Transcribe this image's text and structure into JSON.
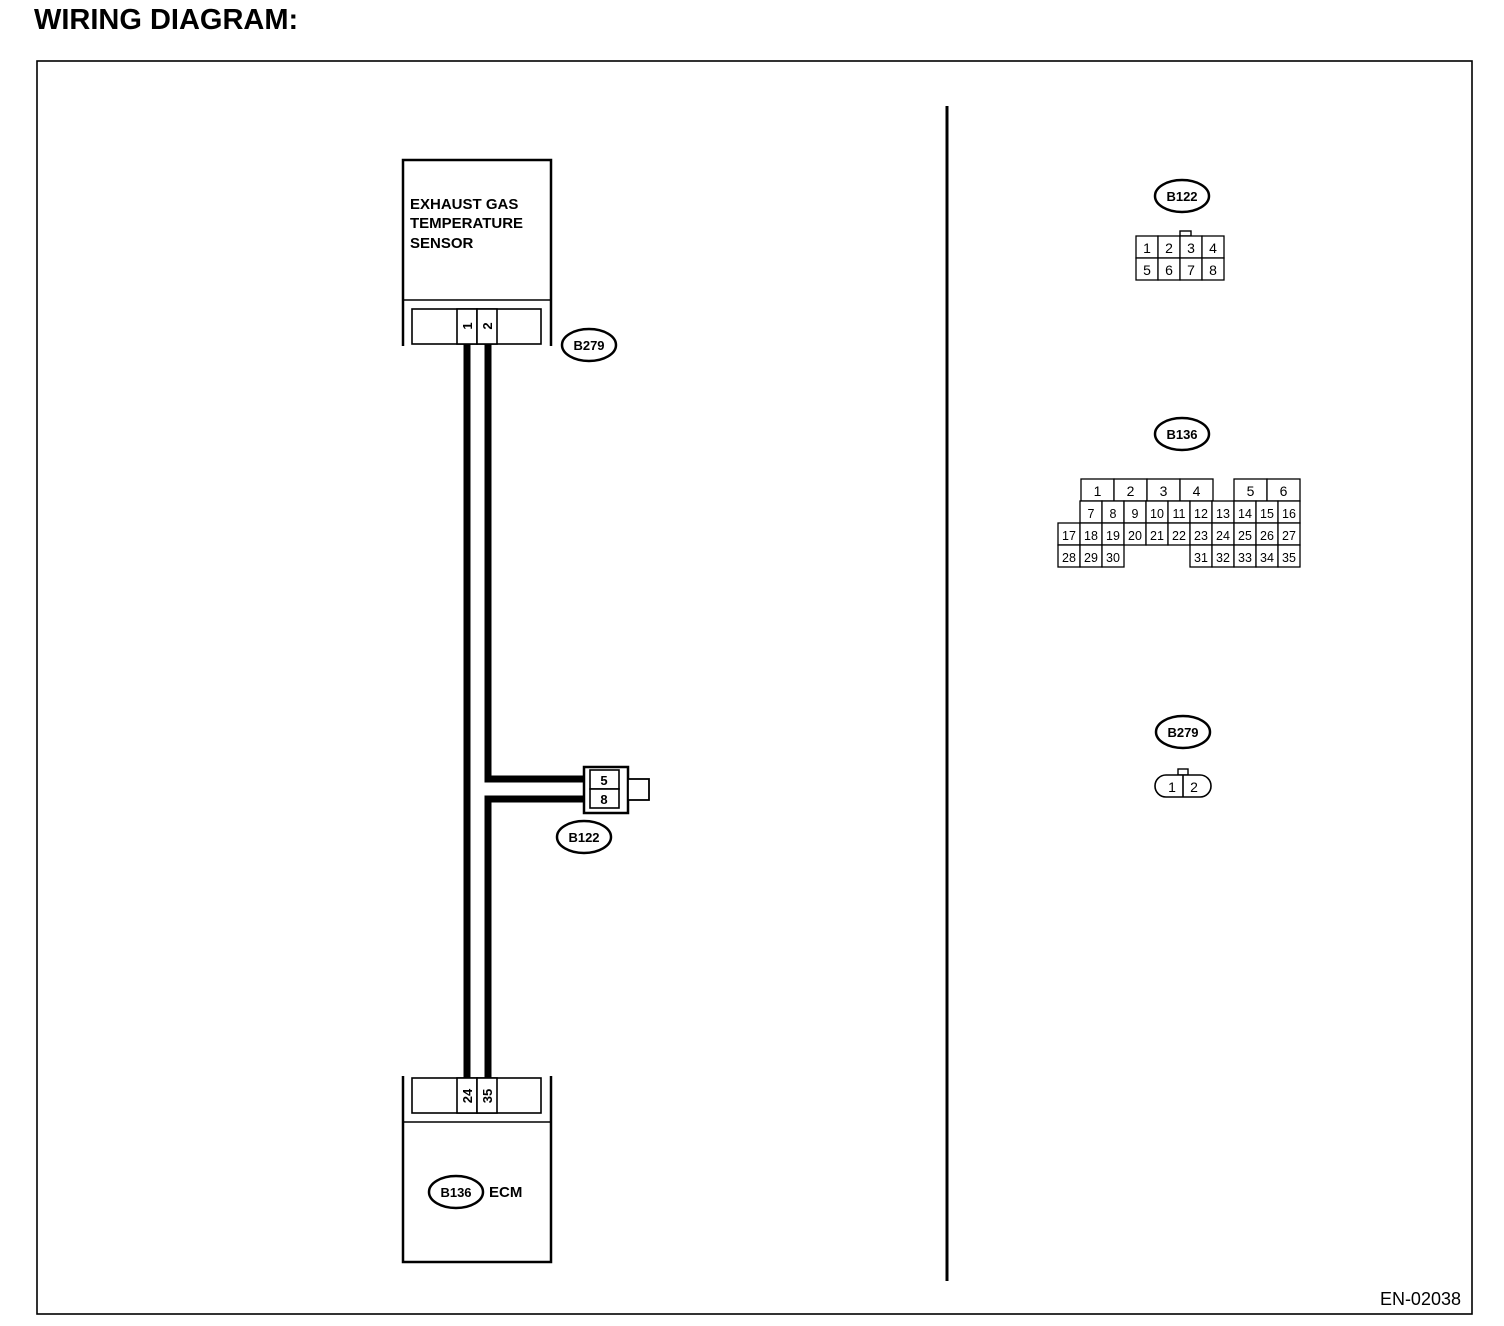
{
  "title": "WIRING DIAGRAM:",
  "figure_code": "EN-02038",
  "sensor": {
    "name_lines": [
      "EXHAUST GAS",
      "TEMPERATURE",
      "SENSOR"
    ],
    "connector": "B279",
    "pins": [
      "1",
      "2"
    ]
  },
  "ecm": {
    "name": "ECM",
    "connector": "B136",
    "pins": [
      "24",
      "35"
    ]
  },
  "junction": {
    "connector": "B122",
    "pins": [
      "5",
      "8"
    ]
  },
  "connector_views": {
    "b122": {
      "label": "B122",
      "rows": [
        [
          "1",
          "2",
          "3",
          "4"
        ],
        [
          "5",
          "6",
          "7",
          "8"
        ]
      ]
    },
    "b136": {
      "label": "B136",
      "row1": [
        "1",
        "2",
        "3",
        "4",
        "5",
        "6"
      ],
      "row2": [
        "7",
        "8",
        "9",
        "10",
        "11",
        "12",
        "13",
        "14",
        "15",
        "16"
      ],
      "row3": [
        "17",
        "18",
        "19",
        "20",
        "21",
        "22",
        "23",
        "24",
        "25",
        "26",
        "27"
      ],
      "row4_left": [
        "28",
        "29",
        "30"
      ],
      "row4_right": [
        "31",
        "32",
        "33",
        "34",
        "35"
      ]
    },
    "b279": {
      "label": "B279",
      "pins": [
        "1",
        "2"
      ]
    }
  }
}
